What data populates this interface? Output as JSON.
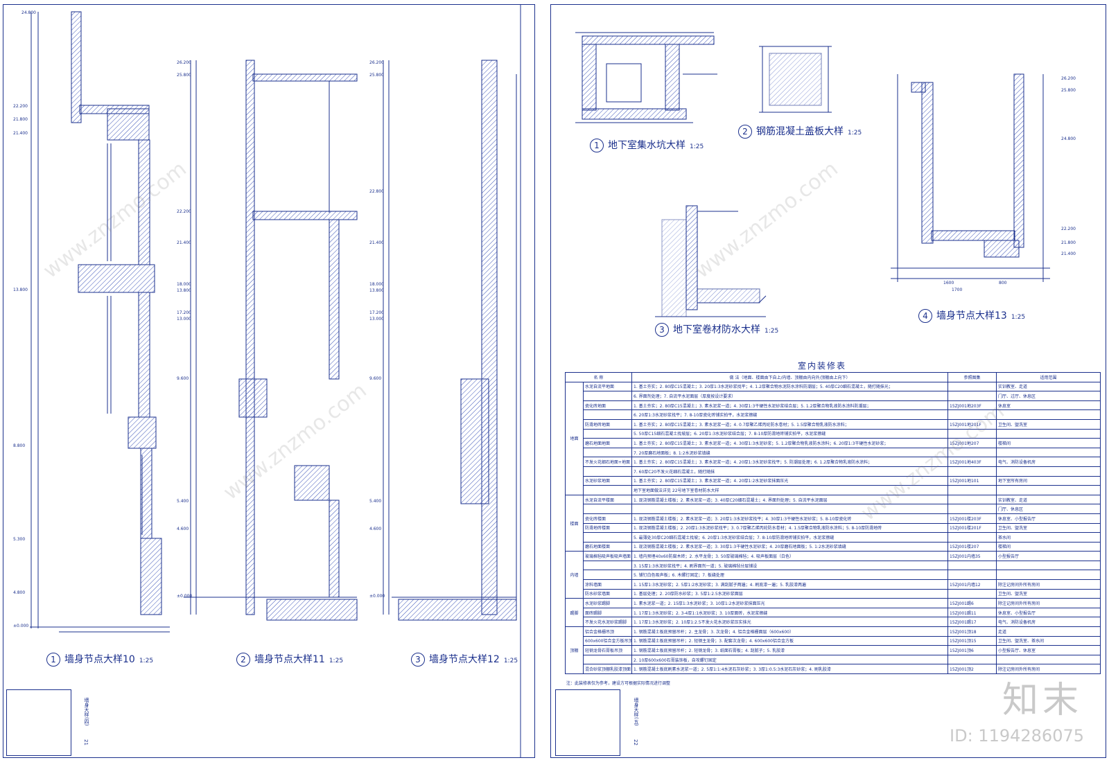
{
  "sheet_left": {
    "captions": [
      {
        "num": "1",
        "title": "墙身节点大样10",
        "scale": "1:25"
      },
      {
        "num": "2",
        "title": "墙身节点大样11",
        "scale": "1:25"
      },
      {
        "num": "3",
        "title": "墙身节点大样12",
        "scale": "1:25"
      }
    ],
    "levels_d1": [
      "24.800",
      "22.200",
      "21.800",
      "21.400",
      "13.800",
      "8.800",
      "5.300",
      "4.800",
      "±0.000"
    ],
    "levels_d2": [
      "26.200",
      "25.800",
      "22.200",
      "21.400",
      "18.000",
      "13.800",
      "17.200",
      "13.000",
      "9.600",
      "5.400",
      "4.600",
      "±0.000"
    ],
    "levels_d3": [
      "26.200",
      "25.800",
      "22.800",
      "21.400",
      "18.000",
      "13.800",
      "17.200",
      "13.000",
      "9.600",
      "5.400",
      "4.600",
      "±0.000"
    ],
    "stamp_text": "墙身大样(四)",
    "page_no": "21"
  },
  "sheet_right": {
    "captions": [
      {
        "num": "1",
        "title": "地下室集水坑大样",
        "scale": "1:25"
      },
      {
        "num": "2",
        "title": "钢筋混凝土盖板大样",
        "scale": "1:25"
      },
      {
        "num": "3",
        "title": "地下室卷材防水大样",
        "scale": "1:25"
      },
      {
        "num": "4",
        "title": "墙身节点大样13",
        "scale": "1:25"
      }
    ],
    "levels_d4": [
      "26.200",
      "25.800",
      "24.800",
      "22.200",
      "21.800",
      "21.400"
    ],
    "dims_d4": [
      "1600",
      "1700",
      "800"
    ],
    "stamp_text": "墙身大样(五)",
    "page_no": "22",
    "finish_table": {
      "title": "室内装修表",
      "headers": [
        "名 称",
        "做 法（地面、楼面由下自上/内墙、顶棚由内向外/顶棚由上向下）",
        "参照图集",
        "适用范围"
      ],
      "rows": [
        {
          "group": "地面",
          "name": "水泥自流平地面",
          "method": "1. 基土夯实；2. 80厚C15混凝土；3. 20厚1:3水泥砂浆找平；4. 1.2厚聚合物水泥防水涂料防潮层；5. 40厚C20细石混凝土，随打随抹光；",
          "ref": "",
          "scope": "实训教室、走道"
        },
        {
          "group": "",
          "name": "",
          "method": "6. 界面剂处理；7. 自流平水泥面层（厚度按设计要求）",
          "ref": "",
          "scope": "门厅、过厅、休息区"
        },
        {
          "group": "",
          "name": "瓷化砖地面",
          "method": "1. 基土夯实；2. 80厚C15混凝土；3. 素水泥浆一道；4. 30厚1:3干硬性水泥砂浆结合层；5. 1.2厚聚合物乳液防水涂料防潮层；",
          "ref": "15ZJ001地203F",
          "scope": "休息室"
        },
        {
          "group": "",
          "name": "",
          "method": "6. 20厚1:3水泥砂浆找平；7. 8-10厚瓷化砖铺实拍平，水泥浆擦缝",
          "ref": "",
          "scope": ""
        },
        {
          "group": "",
          "name": "防滑地砖地面",
          "method": "1. 基土夯实；2. 80厚C15混凝土；3. 素水泥浆一道；4. 0.7厚聚乙烯丙纶防水卷材；5. 1.5厚聚合物乳液防水涂料；",
          "ref": "15ZJ001地201F",
          "scope": "卫生间、盥洗室"
        },
        {
          "group": "",
          "name": "",
          "method": "5. 50厚C15细石混凝土找坡层；6. 20厚1:3水泥砂浆结合层；7. 8-10厚防滑地砖铺实拍平，水泥浆擦缝",
          "ref": "",
          "scope": ""
        },
        {
          "group": "",
          "name": "磨石地面地面",
          "method": "1. 基土夯实；2. 80厚C15混凝土；3. 素水泥浆一道；4. 30厚1:3水泥砂浆；5. 1.2厚聚合物乳液防水涂料；6. 20厚1:3干硬性水泥砂浆；",
          "ref": "15ZJ001地207",
          "scope": "楼梯间"
        },
        {
          "group": "",
          "name": "",
          "method": "7. 20厚磨石地面板；8. 1:2水泥砂浆填缝",
          "ref": "",
          "scope": ""
        },
        {
          "group": "",
          "name": "不发火花细石地面+地面",
          "method": "1. 基土夯实；2. 80厚C15混凝土；3. 素水泥浆一道；4. 20厚1:3水泥砂浆找平；5. 防潮层处理；6. 1.2厚聚合物乳液防水涂料；",
          "ref": "15ZJ001地403F",
          "scope": "电气、消防设备机房"
        },
        {
          "group": "",
          "name": "",
          "method": "7. 60厚C20不发火花细石混凝土，随打随抹",
          "ref": "",
          "scope": ""
        },
        {
          "group": "",
          "name": "水泥砂浆地面",
          "method": "1. 基土夯实；2. 80厚C15混凝土；3. 素水泥浆一道；4. 20厚1:2水泥砂浆抹面压光",
          "ref": "15ZJ001地101",
          "scope": "地下室所有房间"
        },
        {
          "group": "",
          "name": "",
          "method": "地下室地面做法详见 22号地下室卷材防水大样",
          "ref": "",
          "scope": ""
        },
        {
          "group": "楼面",
          "name": "水泥自流平楼面",
          "method": "1. 现浇钢筋混凝土楼板；2. 素水泥浆一道；3. 40厚C20细石混凝土；4. 界面剂处理；5. 自流平水泥面层",
          "ref": "",
          "scope": "实训教室、走道"
        },
        {
          "group": "",
          "name": "",
          "method": "",
          "ref": "",
          "scope": "门厅、休息区"
        },
        {
          "group": "",
          "name": "瓷化砖楼面",
          "method": "1. 现浇钢筋混凝土楼板；2. 素水泥浆一道；3. 20厚1:3水泥砂浆找平；4. 30厚1:3干硬性水泥砂浆；5. 8-10厚瓷化砖",
          "ref": "15ZJ001楼203F",
          "scope": "休息室、小型报告厅"
        },
        {
          "group": "",
          "name": "防滑地砖楼面",
          "method": "1. 现浇钢筋混凝土楼板；2. 20厚1:3水泥砂浆找平；3. 0.7厚聚乙烯丙纶防水卷材；4. 1.5厚聚合物乳液防水涂料；5. 8-10厚防滑地砖",
          "ref": "15ZJ001楼201F",
          "scope": "卫生间、盥洗室"
        },
        {
          "group": "",
          "name": "",
          "method": "5. 最薄处30厚C20细石混凝土找坡；6. 20厚1:3水泥砂浆结合层；7. 8-10厚防滑地砖铺实拍平，水泥浆擦缝",
          "ref": "",
          "scope": "茶水间"
        },
        {
          "group": "",
          "name": "磨石地面楼面",
          "method": "1. 现浇钢筋混凝土楼板；2. 素水泥浆一道；3. 30厚1:3干硬性水泥砂浆；4. 20厚磨石地面板；5. 1:2水泥砂浆填缝",
          "ref": "15ZJ001楼207",
          "scope": "楼梯间"
        },
        {
          "group": "内墙",
          "name": "玻璃棉毡吸声板吸声墙面",
          "method": "1. 墙内预埋40x60防腐木砖；2. 水平龙骨；3. 50厚玻璃棉毡；4. 吸声板面层（白色）",
          "ref": "15ZJ001内墙35",
          "scope": "小型报告厅"
        },
        {
          "group": "",
          "name": "",
          "method": "3. 15厚1:3水泥砂浆找平；4. 刷界面剂一道；5. 玻璃棉毡分层铺设",
          "ref": "",
          "scope": ""
        },
        {
          "group": "",
          "name": "",
          "method": "5. 铺钉白色吸声板；6. 木螺钉固定；7. 板缝处理",
          "ref": "",
          "scope": ""
        },
        {
          "group": "",
          "name": "涂料墙面",
          "method": "1. 15厚1:3水泥砂浆；2. 5厚1:2水泥砂浆；3. 满刮腻子两遍；4. 刷底漆一遍；5. 乳胶漆两遍",
          "ref": "15ZJ001内墙12",
          "scope": "除注记房间外所有房间"
        },
        {
          "group": "",
          "name": "防水砂浆墙面",
          "method": "1. 基层处理；2. 20厚防水砂浆；3. 5厚1:2.5水泥砂浆面层",
          "ref": "",
          "scope": "卫生间、盥洗室"
        },
        {
          "group": "踢脚",
          "name": "水泥砂浆踢脚",
          "method": "1. 素水泥浆一道；2. 15厚1:3水泥砂浆；3. 10厚1:2水泥砂浆抹面压光",
          "ref": "15ZJ001踢6",
          "scope": "除注记房间外所有房间"
        },
        {
          "group": "",
          "name": "面砖踢脚",
          "method": "1. 17厚1:3水泥砂浆；2. 3-4厚1:1水泥砂浆；3. 10厚面砖，水泥浆擦缝",
          "ref": "15ZJ001踢11",
          "scope": "休息室、小型报告厅"
        },
        {
          "group": "",
          "name": "不发火花水泥砂浆踢脚",
          "method": "1. 17厚1:3水泥砂浆；2. 10厚1:2.5不发火花水泥砂浆压实抹光",
          "ref": "15ZJ001踢17",
          "scope": "电气、消防设备机房"
        },
        {
          "group": "顶棚",
          "name": "铝合金格栅吊顶",
          "method": "1. 钢筋混凝土板底预留吊杆；2. 主龙骨；3. 次龙骨；4. 铝合金格栅面层（600x600）",
          "ref": "15ZJ001顶18",
          "scope": "走道"
        },
        {
          "group": "",
          "name": "600x600铝合金方板吊顶",
          "method": "1. 钢筋混凝土板底预留吊杆；2. 轻钢主龙骨；3. 配套次龙骨；4. 600x600铝合金方板",
          "ref": "15ZJ001顶15",
          "scope": "卫生间、盥洗室、茶水间"
        },
        {
          "group": "",
          "name": "轻钢龙骨石膏板吊顶",
          "method": "1. 钢筋混凝土板底预留吊杆；2. 轻钢龙骨；3. 纸面石膏板；4. 刮腻子；5. 乳胶漆",
          "ref": "15ZJ001顶6",
          "scope": "小型报告厅、休息室"
        },
        {
          "group": "",
          "name": "",
          "method": "2. 10厚600x600石膏装饰板，自攻螺钉固定",
          "ref": "",
          "scope": ""
        },
        {
          "group": "",
          "name": "混合砂浆顶棚乳胶漆顶面",
          "method": "1. 钢筋混凝土板底刷素水泥浆一道；2. 5厚1:1:4水泥石灰砂浆；3. 3厚1:0.5:3水泥石灰砂浆；4. 刷乳胶漆",
          "ref": "15ZJ001顶2",
          "scope": "除注记房间外所有房间"
        }
      ],
      "note": "注：此装修表仅为参考，建设方可根据实际情况进行调整"
    }
  },
  "watermark_text": "www.znzmo.com",
  "brand": {
    "logo": "知末",
    "id": "ID: 1194286075"
  },
  "colors": {
    "ink": "#1a2f8c",
    "hatch": "#3d55b8",
    "paper": "#ffffff",
    "brand": "#c9c9c9"
  }
}
